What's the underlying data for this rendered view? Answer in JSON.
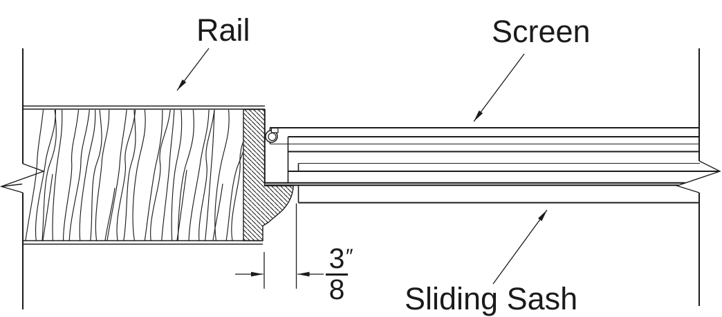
{
  "labels": {
    "rail": "Rail",
    "screen": "Screen",
    "sliding_sash": "Sliding Sash"
  },
  "dimension": {
    "numerator": "3",
    "denominator": "8",
    "unit": "″"
  },
  "colors": {
    "line": "#1b1b1b",
    "background": "#ffffff"
  }
}
